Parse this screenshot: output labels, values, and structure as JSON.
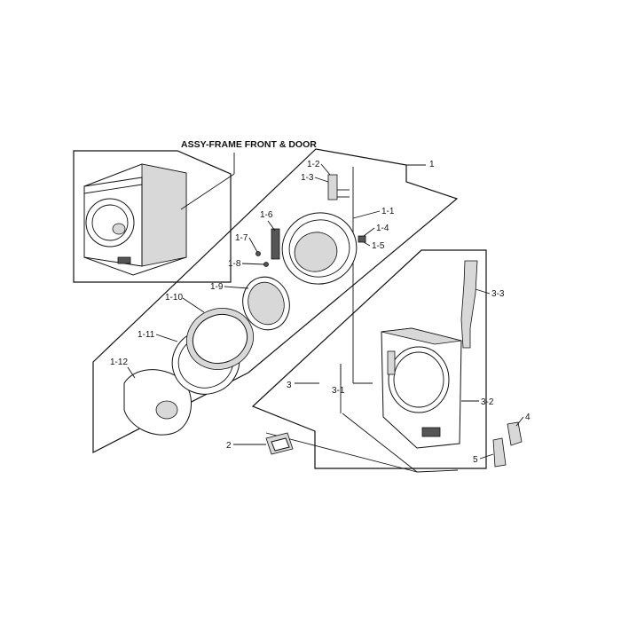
{
  "title": "ASSY-FRAME FRONT & DOOR",
  "callouts": {
    "c1": "1",
    "c1_1": "1-1",
    "c1_2": "1-2",
    "c1_3": "1-3",
    "c1_4": "1-4",
    "c1_5": "1-5",
    "c1_6": "1-6",
    "c1_7": "1-7",
    "c1_8": "1-8",
    "c1_9": "1-9",
    "c1_10": "1-10",
    "c1_11": "1-11",
    "c1_12": "1-12",
    "c2": "2",
    "c3": "3",
    "c3_1": "3-1",
    "c3_2": "3-2",
    "c3_3": "3-3",
    "c4": "4",
    "c5": "5"
  }
}
